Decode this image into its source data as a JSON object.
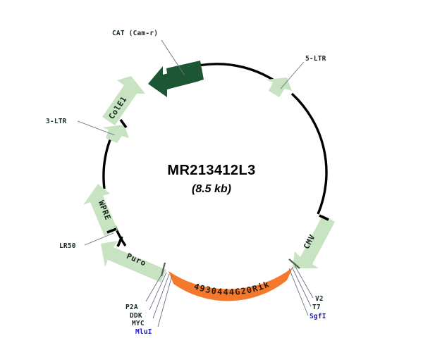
{
  "plasmid": {
    "name": "MR213412L3",
    "size_label": "(8.5 kb)",
    "colors": {
      "backbone": "#000000",
      "feature_light_green": "#c7e3c1",
      "feature_dark_green": "#1d5632",
      "feature_orange": "#f4792c",
      "enzyme_label": "#1a19c4",
      "leader_line": "#6b6f86"
    }
  },
  "features": [
    {
      "id": "cat",
      "label": "CAT (Cam-r)",
      "color": "dark-green",
      "arc_label": ""
    },
    {
      "id": "cole1",
      "label": "ColE1",
      "color": "light-green",
      "arc_label": "ColE1"
    },
    {
      "id": "ltr3",
      "label": "3-LTR",
      "color": "light-green",
      "arc_label": ""
    },
    {
      "id": "wpre",
      "label": "WPRE",
      "color": "light-green",
      "arc_label": "WPRE"
    },
    {
      "id": "puro",
      "label": "Puro",
      "color": "light-green",
      "arc_label": "Puro"
    },
    {
      "id": "gene",
      "label": "4930444G20Rik",
      "color": "orange",
      "arc_label": "4930444G20Rik"
    },
    {
      "id": "cmv",
      "label": "CMV",
      "color": "light-green",
      "arc_label": "CMV"
    },
    {
      "id": "ltr5",
      "label": "5-LTR",
      "color": "light-green",
      "arc_label": ""
    }
  ],
  "callouts": {
    "cat": {
      "text": "CAT (Cam-r)",
      "type": "feature"
    },
    "ltr5": {
      "text": "5-LTR",
      "type": "feature"
    },
    "ltr3": {
      "text": "3-LTR",
      "type": "feature"
    },
    "lr50": {
      "text": "LR50",
      "type": "feature"
    },
    "p2a": {
      "text": "P2A",
      "type": "feature"
    },
    "ddk": {
      "text": "DDK",
      "type": "feature"
    },
    "myc": {
      "text": "MYC",
      "type": "feature"
    },
    "mlui": {
      "text": "MluI",
      "type": "enzyme"
    },
    "v2": {
      "text": "V2",
      "type": "feature"
    },
    "t7": {
      "text": "T7",
      "type": "feature"
    },
    "sgfi": {
      "text": "SgfI",
      "type": "enzyme"
    }
  },
  "arc_labels": {
    "cole1": "ColE1",
    "wpre": "WPRE",
    "puro": "Puro",
    "cmv": "CMV",
    "gene": "4930444G20Rik"
  }
}
